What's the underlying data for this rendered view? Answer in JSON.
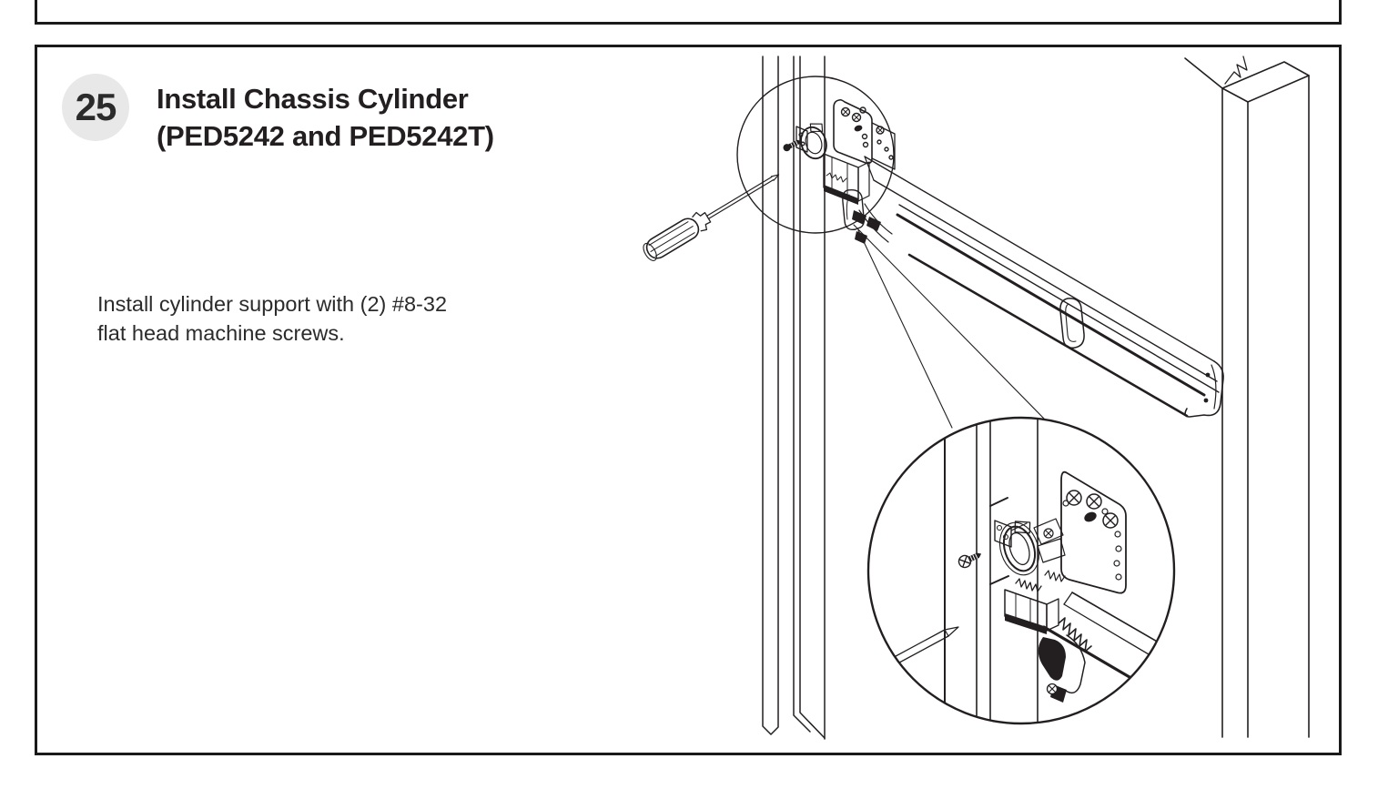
{
  "document": {
    "step_number": "25",
    "title_line1": "Install Chassis Cylinder",
    "title_line2": "(PED5242 and PED5242T)",
    "instruction_line1": "Install cylinder support with (2) #8-32",
    "instruction_line2": "flat head machine screws.",
    "colors": {
      "badge_bg": "#e8e8e8",
      "ink": "#231f20",
      "panel_border": "#1a1a1a",
      "page_bg": "#ffffff"
    },
    "figure": {
      "elements": [
        "door-stile",
        "door-jamb",
        "screwdriver-icon",
        "machine-screw-icon",
        "chassis-cylinder-support",
        "push-bar-exit-device",
        "detail-callout-circle",
        "magnified-detail-circle"
      ]
    }
  }
}
